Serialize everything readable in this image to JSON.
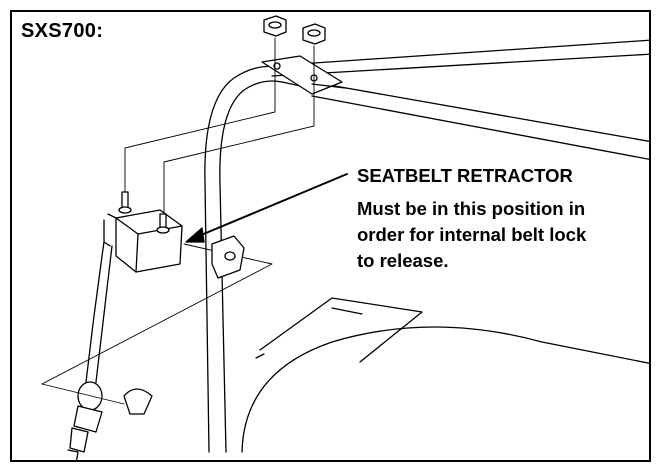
{
  "figure": {
    "model_label": "SXS700:",
    "callout": {
      "title": "SEATBELT RETRACTOR",
      "note_lines": [
        "Must be in this position in",
        "order for internal belt lock",
        "to release."
      ]
    }
  },
  "icons": [
    "frame-nut-icon",
    "seatbelt-retractor-icon",
    "roll-bar-icon",
    "buckle-icon"
  ],
  "colors": {
    "line": "#000000",
    "background": "#ffffff"
  }
}
